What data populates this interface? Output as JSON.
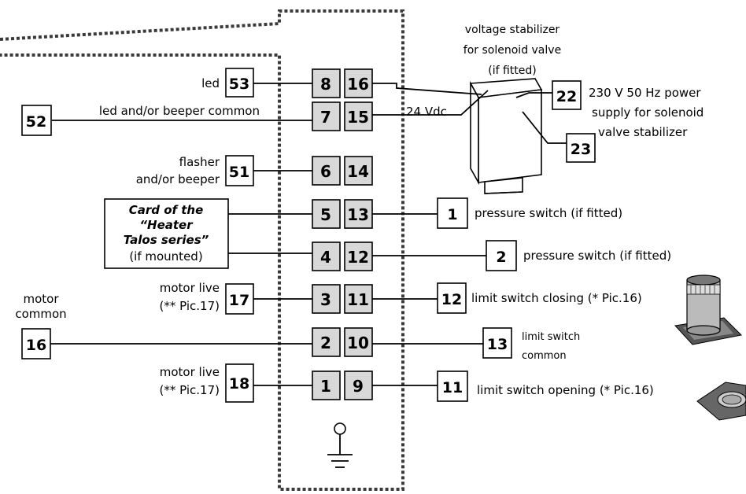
{
  "stabilizer": {
    "title_line1": "voltage stabilizer",
    "title_line2": "for solenoid valve",
    "title_line3": "(if fitted)",
    "voltage_label": "24 Vdc",
    "power_line1": "230 V 50 Hz power",
    "power_line2": "supply for solenoid",
    "power_line3": "valve stabilizer",
    "term_power": "22",
    "term_other": "23"
  },
  "terminals_left": [
    "8",
    "7",
    "6",
    "5",
    "4",
    "3",
    "2",
    "1"
  ],
  "terminals_right": [
    "16",
    "15",
    "14",
    "13",
    "12",
    "11",
    "10",
    "9"
  ],
  "left_side": {
    "led": {
      "label": "led",
      "number": "53"
    },
    "led_common": {
      "label": "led and/or beeper common",
      "number": "52"
    },
    "flasher": {
      "label_line1": "flasher",
      "label_line2": "and/or beeper",
      "number": "51"
    },
    "card": {
      "line1": "Card of the",
      "line2": "“Heater",
      "line3": "Talos series”",
      "line4": "(if mounted)"
    },
    "motor_live_a": {
      "label_line1": "motor live",
      "label_line2": "(** Pic.17)",
      "number": "17"
    },
    "motor_common": {
      "label_line1": "motor",
      "label_line2": "common",
      "number": "16"
    },
    "motor_live_b": {
      "label_line1": "motor live",
      "label_line2": "(** Pic.17)",
      "number": "18"
    }
  },
  "right_side": {
    "pressure1": {
      "number": "1",
      "label": "pressure switch (if fitted)"
    },
    "pressure2": {
      "number": "2",
      "label": "pressure switch (if fitted)"
    },
    "limit_closing": {
      "number": "12",
      "label": "limit switch closing (* Pic.16)"
    },
    "limit_common": {
      "number": "13",
      "label_line1": "limit switch",
      "label_line2": "common"
    },
    "limit_opening": {
      "number": "11",
      "label": "limit switch opening (* Pic.16)"
    }
  }
}
